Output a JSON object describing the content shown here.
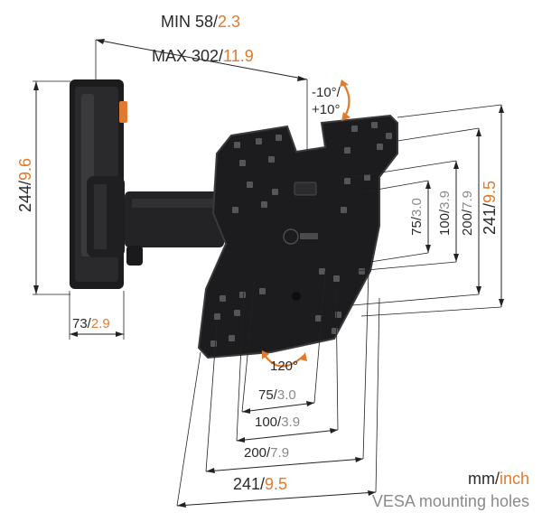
{
  "colors": {
    "accent": "#e07a2e",
    "text": "#2a2a2a",
    "product": "#1c1c1e",
    "muted": "#8a8a8a"
  },
  "dimensions": {
    "extension": {
      "min_label": "MIN 58/",
      "min_inch": "2.3",
      "max_label": "MAX 302/",
      "max_inch": "11.9"
    },
    "tilt": {
      "minus": "-10°/",
      "plus": "+10°"
    },
    "wall_plate_height": {
      "mm": "244/",
      "inch": "9.6"
    },
    "wall_plate_depth": {
      "mm": "73/",
      "inch": "2.9"
    },
    "swivel": "120°",
    "vesa_vertical": [
      {
        "mm": "75/",
        "inch": "3.0"
      },
      {
        "mm": "100/",
        "inch": "3.9"
      },
      {
        "mm": "200/",
        "inch": "7.9"
      },
      {
        "mm": "241/",
        "inch": "9.5"
      }
    ],
    "vesa_horizontal": [
      {
        "mm": "75/",
        "inch": "3.0"
      },
      {
        "mm": "100/",
        "inch": "3.9"
      },
      {
        "mm": "200/",
        "inch": "7.9"
      },
      {
        "mm": "241/",
        "inch": "9.5"
      }
    ]
  },
  "legend": {
    "mm": "mm/",
    "inch": "inch",
    "caption": "VESA mounting holes"
  },
  "icons": [
    "rotate-arrow-icon",
    "swivel-arrow-icon",
    "brand-logo-icon"
  ]
}
